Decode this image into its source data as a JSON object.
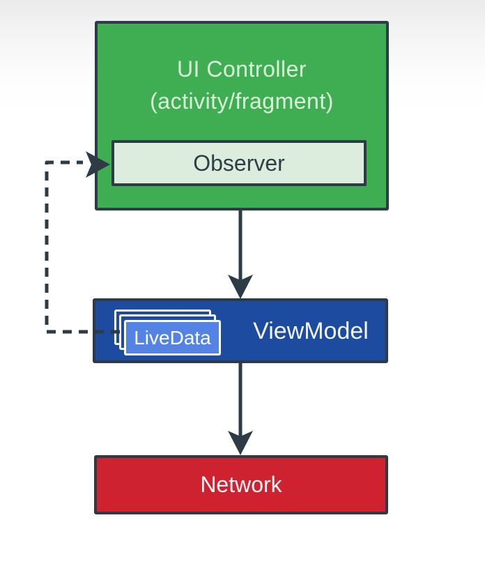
{
  "diagram": {
    "ui_controller": {
      "title": "UI Controller",
      "subtitle": "(activity/fragment)",
      "fill": "#3fae52",
      "text_color": "#d9f2da"
    },
    "observer": {
      "label": "Observer",
      "fill": "#dcedde",
      "text_color": "#2e3e45"
    },
    "viewmodel": {
      "label": "ViewModel",
      "fill": "#1d4b9f",
      "text_color": "#ffffff"
    },
    "livedata": {
      "label": "LiveData",
      "fill": "#5383e4",
      "text_color": "#ffffff"
    },
    "network": {
      "label": "Network",
      "fill": "#ce2231",
      "text_color": "#ffffff"
    },
    "edges": [
      {
        "from": "ui_controller",
        "to": "viewmodel",
        "style": "solid"
      },
      {
        "from": "viewmodel",
        "to": "network",
        "style": "solid"
      },
      {
        "from": "livedata",
        "to": "observer",
        "style": "dashed"
      }
    ],
    "line_color": "#2c3b45",
    "border_color": "#2c3b45"
  },
  "background": {
    "top_gradient": "#eaeaea",
    "base": "#ffffff"
  }
}
